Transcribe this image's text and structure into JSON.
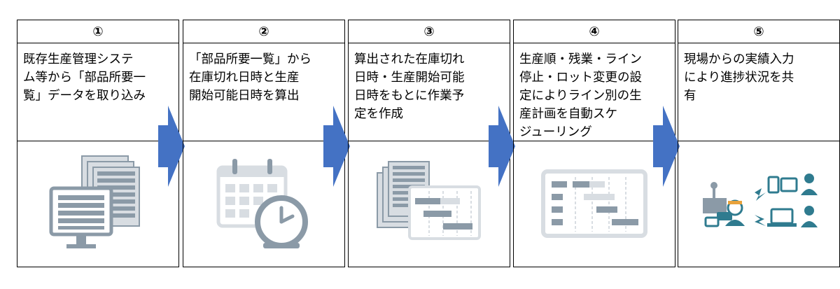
{
  "steps": [
    {
      "number": "①",
      "text": "既存生産管理システ\nム等から「部品所要一\n覧」データを取り込み",
      "icon": "computer-spreadsheet-icon"
    },
    {
      "number": "②",
      "text": "「部品所要一覧」から\n在庫切れ日時と生産\n開始可能日時を算出",
      "icon": "calendar-clock-icon"
    },
    {
      "number": "③",
      "text": "算出された在庫切れ\n日時・生産開始可能\n日時をもとに作業予\n定を作成",
      "icon": "schedule-documents-icon"
    },
    {
      "number": "④",
      "text": "生産順・残業・ライン\n停止・ロット変更の設\n定によりライン別の生\n産計画を自動スケ\nジューリング",
      "icon": "gantt-chart-icon"
    },
    {
      "number": "⑤",
      "text": "現場からの実績入力\nにより進捗状況を共\n有",
      "icon": "devices-users-icon"
    }
  ],
  "colors": {
    "arrow": "#4472C4",
    "icon_gray": "#8b9aa7",
    "icon_light": "#d8dde2",
    "icon_teal": "#2f7b8f"
  }
}
